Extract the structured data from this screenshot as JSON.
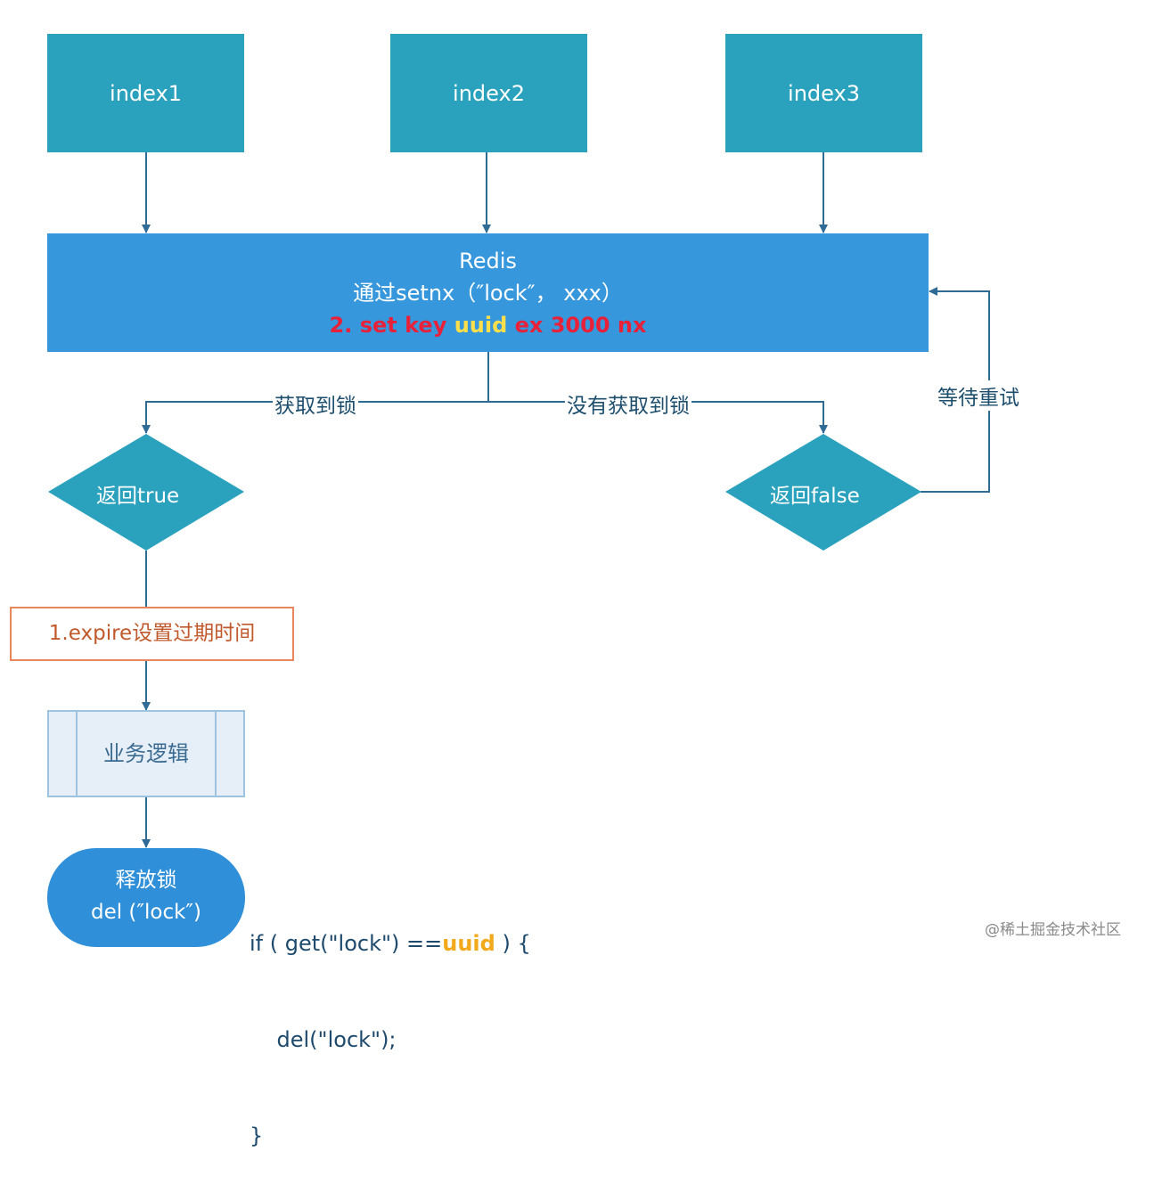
{
  "nodes": {
    "index1": "index1",
    "index2": "index2",
    "index3": "index3",
    "redis": {
      "title": "Redis",
      "line2": "通过setnx（″lock″， xxx）",
      "line3": {
        "part1": "2. set key ",
        "part2": "uuid",
        "part3": " ex 3000 nx"
      }
    },
    "return_true": "返回true",
    "return_false": "返回false",
    "expire": "1.expire设置过期时间",
    "business": "业务逻辑",
    "release": {
      "line1": "释放锁",
      "line2": "del (″lock″)"
    }
  },
  "edges": {
    "got_lock": "获取到锁",
    "not_got_lock": "没有获取到锁",
    "wait_retry": "等待重试"
  },
  "code": {
    "line1_prefix": "if ( get(\"lock\") ==",
    "line1_highlight": "uuid",
    "line1_suffix": " ) {",
    "line2": "    del(\"lock\");",
    "line3": "}"
  },
  "watermark": "@稀土掘金技术社区",
  "colors": {
    "teal": "#2aa1bd",
    "redis_blue": "#3797dc",
    "release_blue": "#2f8fd8",
    "arrow": "#2f6b95",
    "highlight_red": "#e8213a",
    "highlight_yellow": "#ffe04a",
    "code_orange": "#f2a91c",
    "expire_border": "#e8875c",
    "expire_text": "#c0592b",
    "business_fill": "#e6eff8"
  }
}
